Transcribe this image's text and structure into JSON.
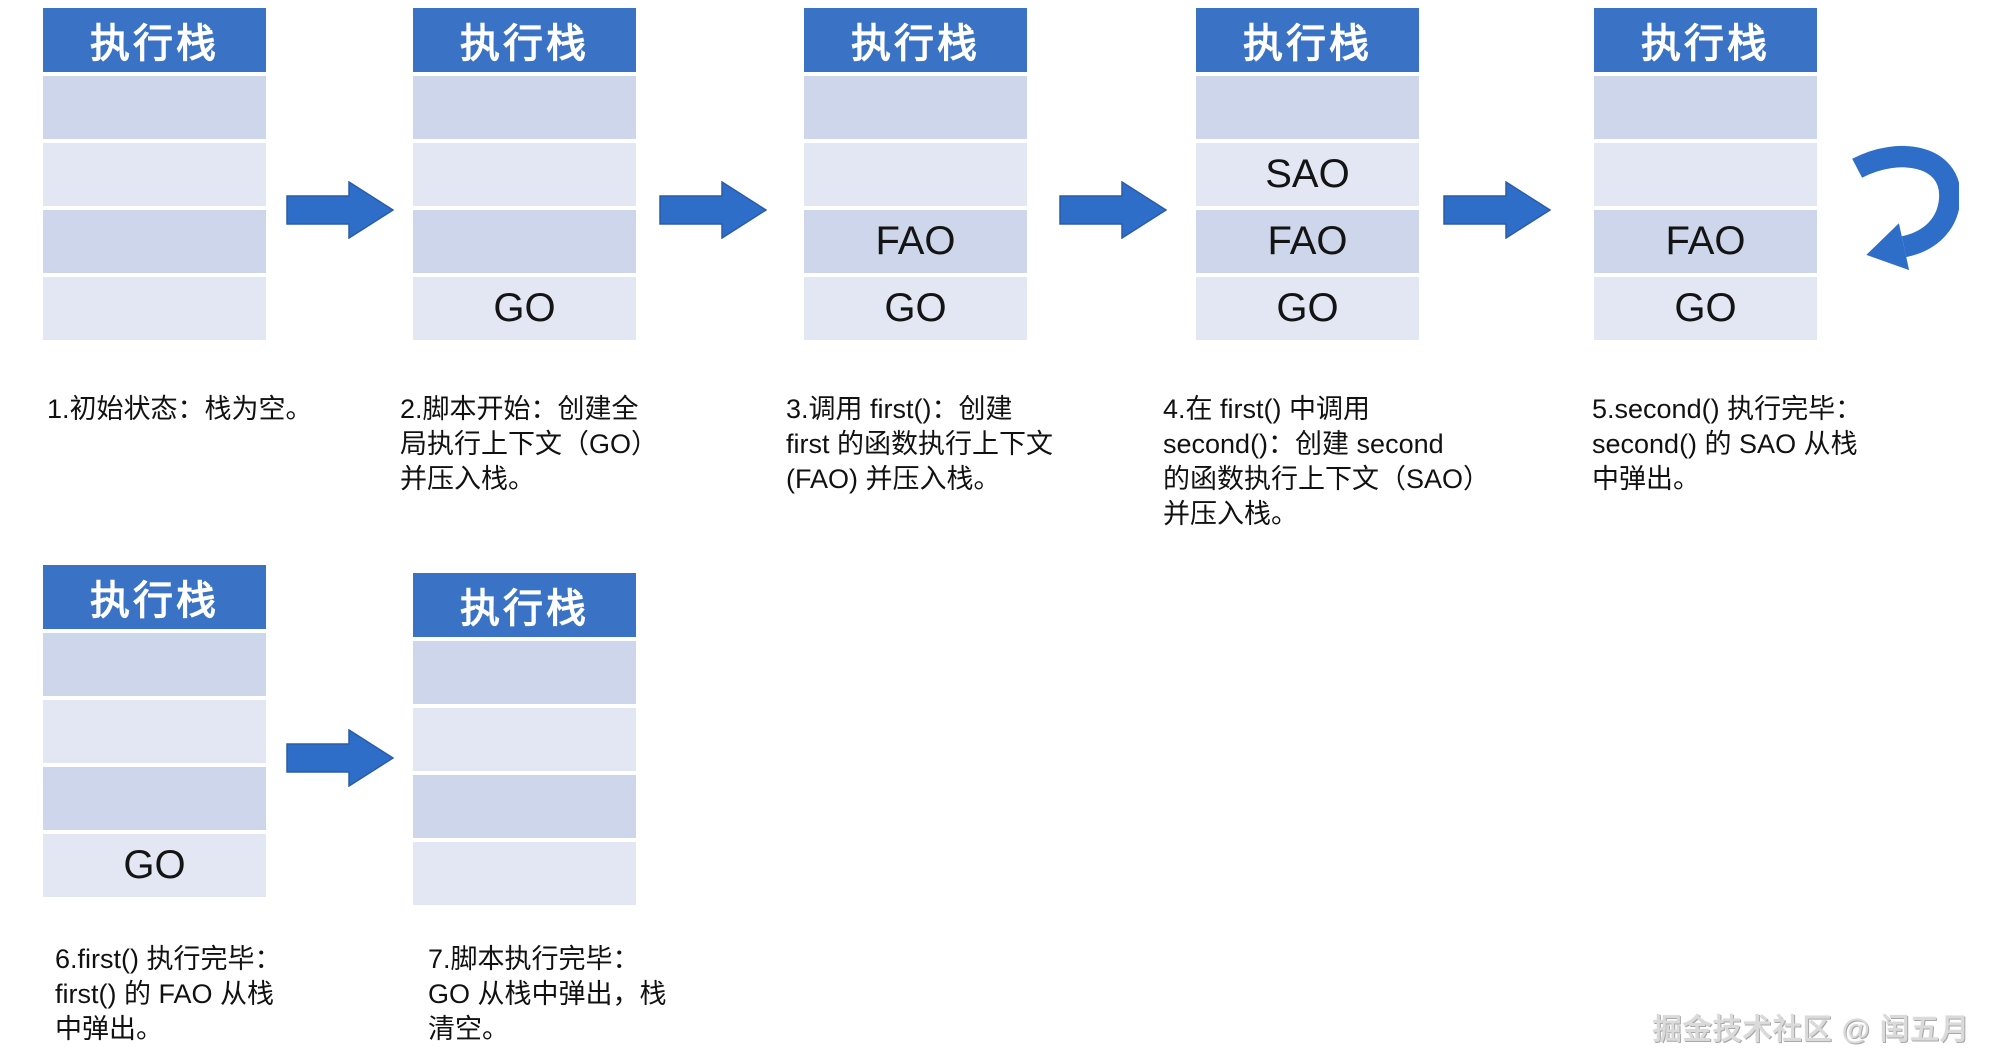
{
  "diagram": {
    "stack_header_label": "执行栈",
    "stacks": [
      {
        "name": "step-1",
        "cells": [
          "",
          "",
          "",
          ""
        ]
      },
      {
        "name": "step-2",
        "cells": [
          "",
          "",
          "",
          "GO"
        ]
      },
      {
        "name": "step-3",
        "cells": [
          "",
          "",
          "FAO",
          "GO"
        ]
      },
      {
        "name": "step-4",
        "cells": [
          "",
          "SAO",
          "FAO",
          "GO"
        ]
      },
      {
        "name": "step-5",
        "cells": [
          "",
          "",
          "FAO",
          "GO"
        ]
      },
      {
        "name": "step-6",
        "cells": [
          "",
          "",
          "",
          "GO"
        ]
      },
      {
        "name": "step-7",
        "cells": [
          "",
          "",
          "",
          ""
        ]
      }
    ],
    "captions": [
      {
        "lines": [
          "1.初始状态：栈为空。"
        ]
      },
      {
        "lines": [
          "2.脚本开始：创建全",
          "局执行上下文（GO）",
          "并压入栈。"
        ]
      },
      {
        "lines": [
          "3.调用 first()：创建",
          "first 的函数执行上下文",
          "(FAO) 并压入栈。"
        ]
      },
      {
        "lines": [
          "4.在 first() 中调用",
          "second()：创建 second",
          "的函数执行上下文（SAO）",
          "并压入栈。"
        ]
      },
      {
        "lines": [
          "5.second() 执行完毕：",
          "second() 的 SAO 从栈",
          "中弹出。"
        ]
      },
      {
        "lines": [
          "6.first() 执行完毕：",
          "first() 的 FAO 从栈",
          "中弹出。"
        ]
      },
      {
        "lines": [
          "7.脚本执行完毕：",
          "GO 从栈中弹出，栈",
          "清空。"
        ]
      }
    ],
    "watermark": "掘金技术社区 @ 闰五月",
    "colors": {
      "header_blue": "#3A72C6",
      "row_dark": "#CDD6EA",
      "row_light": "#E2E7F3",
      "arrow_blue": "#2E6EC8",
      "arrow_border": "#2A5CA8",
      "text": "#111111",
      "watermark_gray": "#DADADA"
    }
  }
}
